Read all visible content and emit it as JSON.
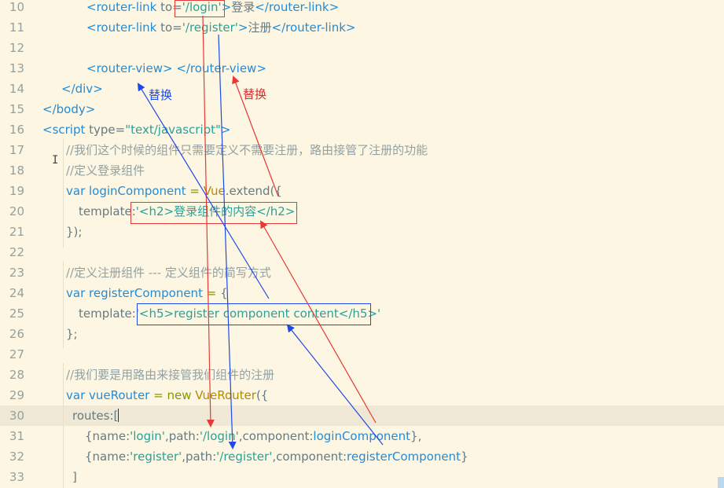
{
  "lines": [
    {
      "n": "10",
      "indent": 110,
      "tokens": [
        {
          "t": "<",
          "c": "t-tag"
        },
        {
          "t": "router-link",
          "c": "t-tag"
        },
        {
          "t": " to=",
          "c": "t-text"
        },
        {
          "t": "'/login'",
          "c": "t-str"
        },
        {
          "t": ">",
          "c": "t-tag"
        },
        {
          "t": "登录",
          "c": "t-text"
        },
        {
          "t": "</router-link>",
          "c": "t-tag"
        }
      ]
    },
    {
      "n": "11",
      "indent": 110,
      "tokens": [
        {
          "t": "<",
          "c": "t-tag"
        },
        {
          "t": "router-link",
          "c": "t-tag"
        },
        {
          "t": " to=",
          "c": "t-text"
        },
        {
          "t": "'/register'",
          "c": "t-str"
        },
        {
          "t": ">",
          "c": "t-tag"
        },
        {
          "t": "注册",
          "c": "t-text"
        },
        {
          "t": "</router-link>",
          "c": "t-tag"
        }
      ]
    },
    {
      "n": "12",
      "indent": 110,
      "tokens": []
    },
    {
      "n": "13",
      "indent": 110,
      "tokens": [
        {
          "t": "<",
          "c": "t-tag"
        },
        {
          "t": "router-view",
          "c": "t-tag"
        },
        {
          "t": "> ",
          "c": "t-tag"
        },
        {
          "t": "</router-view>",
          "c": "t-tag"
        }
      ]
    },
    {
      "n": "14",
      "indent": 78,
      "tokens": [
        {
          "t": "</div>",
          "c": "t-tag"
        }
      ]
    },
    {
      "n": "15",
      "indent": 54,
      "tokens": [
        {
          "t": "</body>",
          "c": "t-tag"
        }
      ]
    },
    {
      "n": "16",
      "indent": 54,
      "tokens": [
        {
          "t": "<script",
          "c": "t-tag"
        },
        {
          "t": " type=",
          "c": "t-text"
        },
        {
          "t": "\"text/javascript\"",
          "c": "t-str"
        },
        {
          "t": ">",
          "c": "t-tag"
        }
      ]
    },
    {
      "n": "17",
      "indent": 84,
      "tokens": [
        {
          "t": "//我们这个时候的组件只需要定义不需要注册，路由接管了注册的功能",
          "c": "t-com"
        }
      ]
    },
    {
      "n": "18",
      "indent": 84,
      "tokens": [
        {
          "t": "//定义登录组件",
          "c": "t-com"
        }
      ]
    },
    {
      "n": "19",
      "indent": 84,
      "tokens": [
        {
          "t": "var ",
          "c": "t-kw"
        },
        {
          "t": "loginComponent",
          "c": "t-kw"
        },
        {
          "t": " = ",
          "c": "t-op"
        },
        {
          "t": "Vue",
          "c": "t-fn"
        },
        {
          "t": ".extend({",
          "c": "t-text"
        }
      ]
    },
    {
      "n": "20",
      "indent": 100,
      "tokens": [
        {
          "t": "template:",
          "c": "t-text"
        },
        {
          "t": "'<h2>登录组件的内容</h2>'",
          "c": "t-str"
        }
      ]
    },
    {
      "n": "21",
      "indent": 84,
      "tokens": [
        {
          "t": "});",
          "c": "t-text"
        }
      ]
    },
    {
      "n": "22",
      "indent": 84,
      "tokens": []
    },
    {
      "n": "23",
      "indent": 84,
      "tokens": [
        {
          "t": "//定义注册组件 --- 定义组件的简写方式",
          "c": "t-com"
        }
      ]
    },
    {
      "n": "24",
      "indent": 84,
      "tokens": [
        {
          "t": "var ",
          "c": "t-kw"
        },
        {
          "t": "registerComponent",
          "c": "t-kw"
        },
        {
          "t": " = ",
          "c": "t-op"
        },
        {
          "t": "{",
          "c": "t-text"
        }
      ]
    },
    {
      "n": "25",
      "indent": 100,
      "tokens": [
        {
          "t": "template:",
          "c": "t-text"
        },
        {
          "t": "'<h5>register component content</h5>'",
          "c": "t-str"
        }
      ]
    },
    {
      "n": "26",
      "indent": 84,
      "tokens": [
        {
          "t": "};",
          "c": "t-text"
        }
      ]
    },
    {
      "n": "27",
      "indent": 84,
      "tokens": []
    },
    {
      "n": "28",
      "indent": 84,
      "tokens": [
        {
          "t": "//我们要是用路由来接管我们组件的注册",
          "c": "t-com"
        }
      ]
    },
    {
      "n": "29",
      "indent": 84,
      "tokens": [
        {
          "t": "var ",
          "c": "t-kw"
        },
        {
          "t": "vueRouter",
          "c": "t-kw"
        },
        {
          "t": " = ",
          "c": "t-op"
        },
        {
          "t": "new ",
          "c": "t-op"
        },
        {
          "t": "VueRouter",
          "c": "t-fn"
        },
        {
          "t": "({",
          "c": "t-text"
        }
      ]
    },
    {
      "n": "30",
      "indent": 92,
      "active": true,
      "tokens": [
        {
          "t": "routes:[",
          "c": "t-text"
        }
      ]
    },
    {
      "n": "31",
      "indent": 108,
      "tokens": [
        {
          "t": "{name:",
          "c": "t-text"
        },
        {
          "t": "'login'",
          "c": "t-str"
        },
        {
          "t": ",path:",
          "c": "t-text"
        },
        {
          "t": "'/login'",
          "c": "t-str"
        },
        {
          "t": ",component:",
          "c": "t-text"
        },
        {
          "t": "loginComponent",
          "c": "t-kw"
        },
        {
          "t": "},",
          "c": "t-text"
        }
      ]
    },
    {
      "n": "32",
      "indent": 108,
      "tokens": [
        {
          "t": "{name:",
          "c": "t-text"
        },
        {
          "t": "'register'",
          "c": "t-str"
        },
        {
          "t": ",path:",
          "c": "t-text"
        },
        {
          "t": "'/register'",
          "c": "t-str"
        },
        {
          "t": ",component:",
          "c": "t-text"
        },
        {
          "t": "registerComponent",
          "c": "t-kw"
        },
        {
          "t": "}",
          "c": "t-text"
        }
      ]
    },
    {
      "n": "33",
      "indent": 92,
      "tokens": [
        {
          "t": "]",
          "c": "t-text"
        }
      ]
    }
  ],
  "annotations": {
    "label_blue": "替换",
    "label_red": "替换",
    "color_red": "#e53935",
    "color_blue": "#1e49e6"
  },
  "icons": {
    "cursor": "text-ibeam-cursor-icon"
  },
  "colors": {
    "background": "#fdf6e3",
    "active_line": "#eee8d5",
    "tag": "#268bd2",
    "string": "#2aa198",
    "comment": "#93a1a1"
  }
}
